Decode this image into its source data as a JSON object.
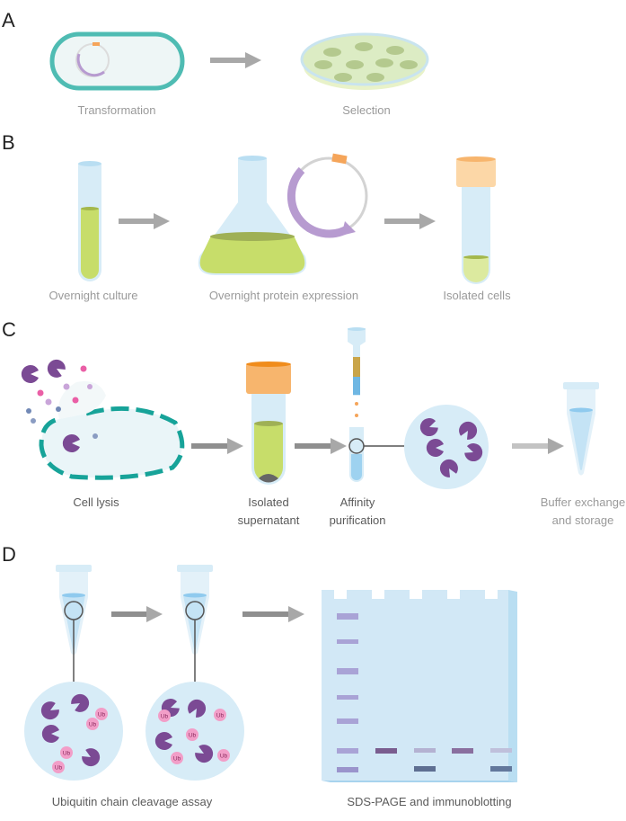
{
  "panels": {
    "a": "A",
    "b": "B",
    "c": "C",
    "d": "D"
  },
  "steps": {
    "transformation": "Transformation",
    "selection": "Selection",
    "overnight_culture": "Overnight culture",
    "overnight_expression": "Overnight protein expression",
    "isolated_cells": "Isolated cells",
    "cell_lysis": "Cell lysis",
    "isolated_supernatant_1": "Isolated",
    "isolated_supernatant_2": "supernatant",
    "affinity_1": "Affinity",
    "affinity_2": "purification",
    "buffer_1": "Buffer exchange",
    "buffer_2": "and storage",
    "cleavage_assay": "Ubiquitin chain cleavage assay",
    "sds_page": "SDS-PAGE and immunoblotting"
  },
  "ub_label": "Ub",
  "colors": {
    "teal": "#4fbcb3",
    "light_blue": "#d7ecf7",
    "tube_blue": "#b9def2",
    "culture_green": "#c7dd6a",
    "purple": "#7b4a94",
    "pink": "#f29ec8",
    "orange": "#f5a55a",
    "arrow_gray": "#a8a8a8",
    "gel_blue": "#cfe7f6",
    "band_lavender": "#a9a3d6"
  }
}
